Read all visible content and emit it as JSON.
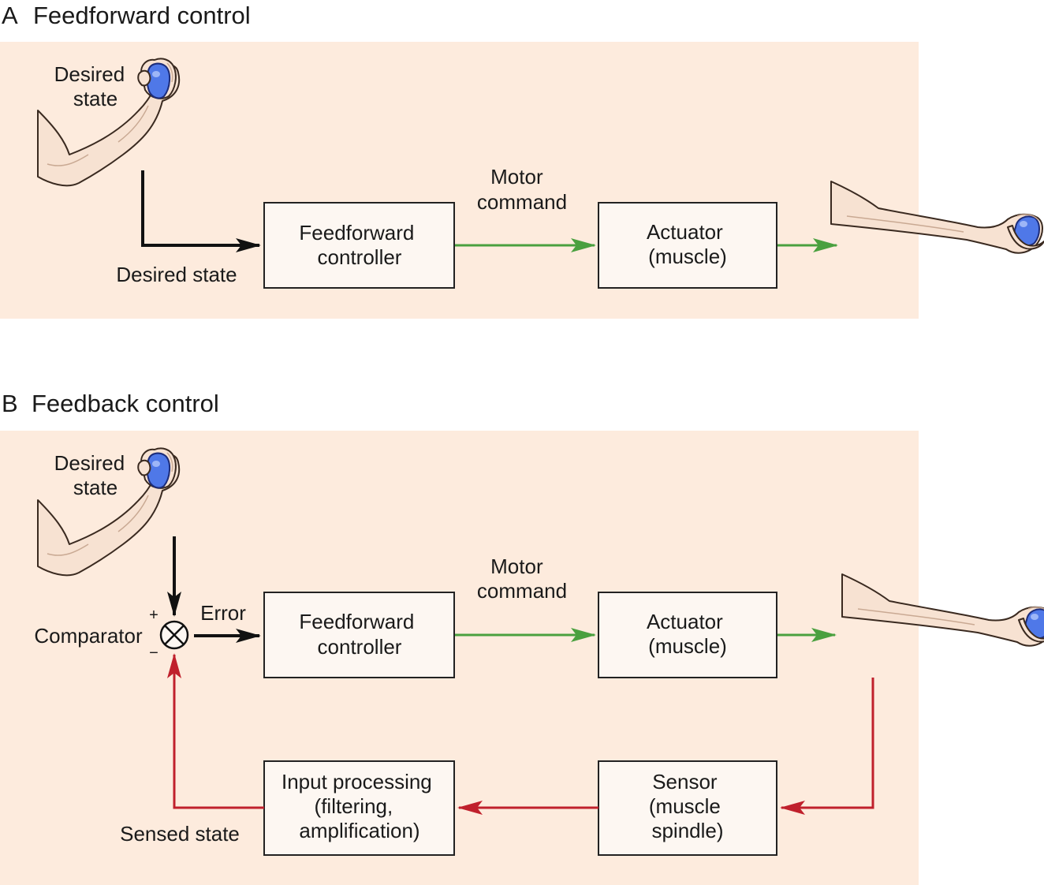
{
  "panel_a": {
    "letter": "A",
    "title": "Feedforward control",
    "desired_state_lines": [
      "Desired",
      "state"
    ],
    "input_label": "Desired state",
    "controller_lines": [
      "Feedforward",
      "controller"
    ],
    "motor_command_lines": [
      "Motor",
      "command"
    ],
    "actuator_lines": [
      "Actuator",
      "(muscle)"
    ]
  },
  "panel_b": {
    "letter": "B",
    "title": "Feedback control",
    "desired_state_lines": [
      "Desired",
      "state"
    ],
    "comparator_label": "Comparator",
    "plus_sign": "+",
    "minus_sign": "−",
    "error_label": "Error",
    "controller_lines": [
      "Feedforward",
      "controller"
    ],
    "motor_command_lines": [
      "Motor",
      "command"
    ],
    "actuator_lines": [
      "Actuator",
      "(muscle)"
    ],
    "sensor_lines": [
      "Sensor",
      "(muscle",
      "spindle)"
    ],
    "input_processing_lines": [
      "Input processing",
      "(filtering,",
      "amplification)"
    ],
    "sensed_state_label": "Sensed state"
  },
  "colors": {
    "panel_background": "#fdebdd",
    "box_fill": "#fdf7f2",
    "control_arrow": "#111111",
    "motor_arrow": "#4aa03f",
    "feedback_arrow": "#c0202c",
    "ball": "#4f78e8"
  },
  "icons": [
    "flexed-arm-holding-ball-icon",
    "extended-arm-holding-ball-icon",
    "comparator-summing-junction-icon"
  ]
}
